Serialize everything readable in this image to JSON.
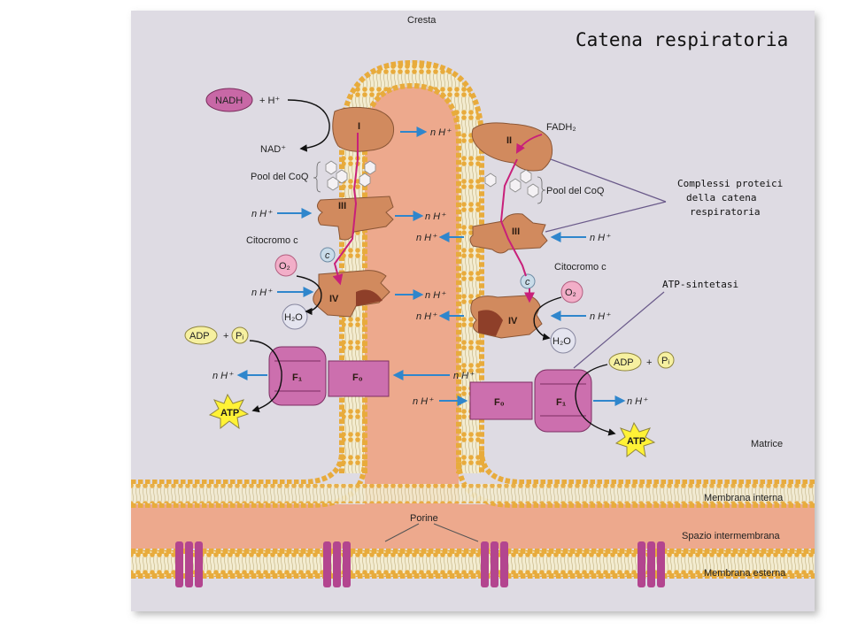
{
  "title": "Catena respiratoria",
  "labels": {
    "cresta": "Cresta",
    "nadh": "NADH",
    "plus_h": "+ H⁺",
    "nad": "NAD⁺",
    "fadh2": "FADH₂",
    "pool_coq_left": "Pool del CoQ",
    "pool_coq_right": "Pool del CoQ",
    "citocromo_left": "Citocromo c",
    "citocromo_right": "Citocromo c",
    "o2": "O₂",
    "h2o": "H₂O",
    "nh": "n H⁺",
    "adp": "ADP",
    "pi": "Pᵢ",
    "atp": "ATP",
    "plus": "+",
    "complessi": [
      "Complessi proteici",
      "della catena",
      "respiratoria"
    ],
    "atp_sintetasi": "ATP-sintetasi",
    "matrice": "Matrice",
    "membrana_interna": "Membrana interna",
    "spazio": "Spazio intermembrana",
    "membrana_esterna": "Membrana esterna",
    "porine": "Porine",
    "complex_I": "I",
    "complex_II": "II",
    "complex_III": "III",
    "complex_IV": "IV",
    "f1": "F₁",
    "fo": "F₀",
    "c": "c"
  },
  "colors": {
    "panel": "#dedbe3",
    "lumen": "#eda98d",
    "bead": "#e8ab3c",
    "tail": "#f3ecd0",
    "protein": "#d18a5e",
    "synthase": "#cc6fae",
    "porin": "#b3458f",
    "arrow_blue": "#2f86cc",
    "arrow_magenta": "#c8207a",
    "nadh_fill": "#c868a6",
    "o2_fill": "#f2aec8",
    "h2o_fill": "#e4e4ef",
    "adp_fill": "#f6f0a0",
    "atp_fill": "#fff236"
  }
}
